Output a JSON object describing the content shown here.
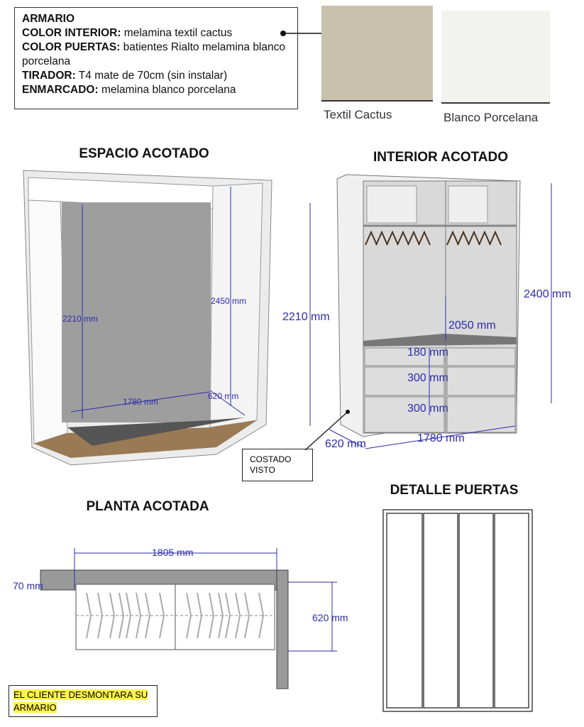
{
  "info": {
    "title": "ARMARIO",
    "lines": [
      {
        "label": "COLOR INTERIOR:",
        "value": " melamina textil cactus"
      },
      {
        "label": "COLOR PUERTAS:",
        "value": " batientes Rialto melamina blanco porcelana"
      },
      {
        "label": "TIRADOR:",
        "value": " T4 mate de 70cm (sin instalar)"
      },
      {
        "label": "ENMARCADO:",
        "value": " melamina blanco porcelana"
      }
    ]
  },
  "swatches": [
    {
      "name": "Textil Cactus",
      "color": "#c9c0ad"
    },
    {
      "name": "Blanco Porcelana",
      "color": "#f2f2ef"
    }
  ],
  "sections": {
    "espacio": "ESPACIO ACOTADO",
    "interior": "INTERIOR ACOTADO",
    "planta": "PLANTA ACOTADA",
    "puertas": "DETALLE PUERTAS"
  },
  "espacio_dims": {
    "height_left": "2210 mm",
    "height_right": "2450 mm",
    "width": "1780 mm",
    "depth": "620 mm"
  },
  "interior_dims": {
    "height": "2210 mm",
    "total_height": "2400 mm",
    "hang_height": "2050 mm",
    "drawer1": "180 mm",
    "drawer2": "300 mm",
    "drawer3": "300 mm",
    "width": "1780 mm",
    "depth": "620 mm"
  },
  "costado": "COSTADO VISTO",
  "planta_dims": {
    "width": "1805 mm",
    "frame": "70 mm",
    "depth": "620 mm"
  },
  "note": "EL CLIENTE DESMONTARA SU ARMARIO",
  "colors": {
    "dimension": "#2b2bb0",
    "highlight": "#fff44a"
  }
}
